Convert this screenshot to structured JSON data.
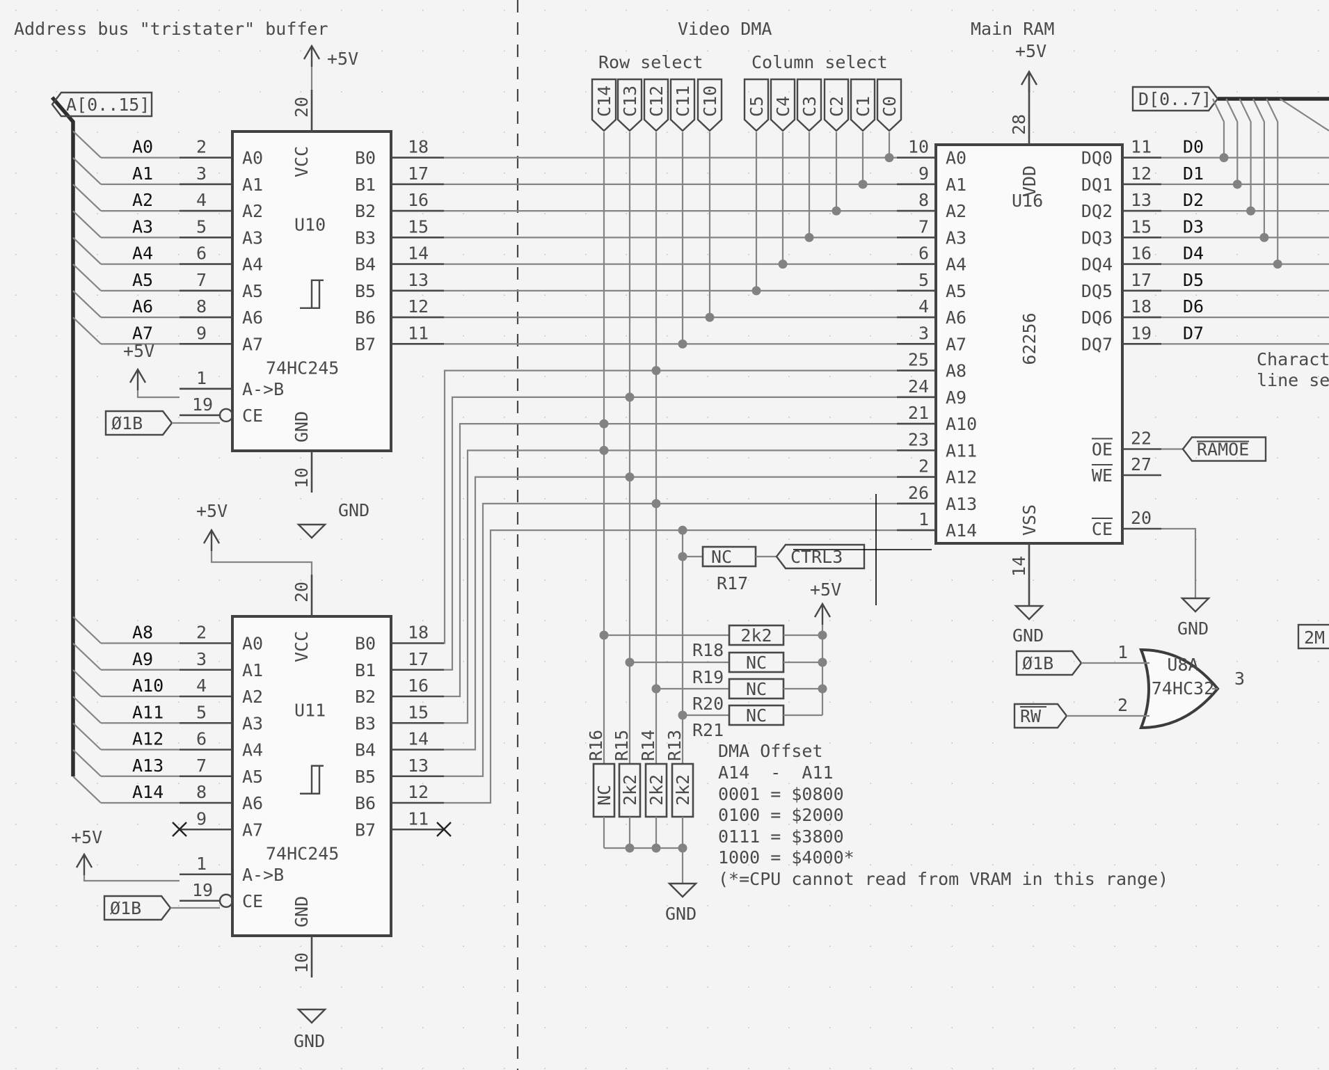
{
  "notes": {
    "tristater_title": "Address bus \"tristater\" buffer",
    "video_dma_title": "Video DMA",
    "row_select": "Row select",
    "column_select": "Column select",
    "main_ram_title": "Main RAM",
    "character_line_1": "Charact",
    "character_line_2": "line sel",
    "dma_offset": {
      "title": "DMA Offset",
      "header": "A14  -  A11",
      "lines": [
        "0001 = $0800",
        "0100 = $2000",
        "0111 = $3800",
        "1000 = $4000*"
      ],
      "footnote": "(*=CPU cannot read from VRAM in this range)"
    }
  },
  "bus_labels": {
    "address": "A[0..15]",
    "data": "D[0..7]"
  },
  "power": {
    "vcc": "+5V",
    "gnd": "GND"
  },
  "u10": {
    "ref": "U10",
    "part": "74HC245",
    "vcc_pin": "20",
    "gnd_pin": "10",
    "vcc_name": "VCC",
    "gnd_name": "GND",
    "dir_pin": "1",
    "dir_name": "A->B",
    "ce_pin": "19",
    "ce_name": "CE",
    "ce_net": "Ø1B",
    "a_pins": [
      {
        "name": "A0",
        "pin": "2",
        "net": "A0"
      },
      {
        "name": "A1",
        "pin": "3",
        "net": "A1"
      },
      {
        "name": "A2",
        "pin": "4",
        "net": "A2"
      },
      {
        "name": "A3",
        "pin": "5",
        "net": "A3"
      },
      {
        "name": "A4",
        "pin": "6",
        "net": "A4"
      },
      {
        "name": "A5",
        "pin": "7",
        "net": "A5"
      },
      {
        "name": "A6",
        "pin": "8",
        "net": "A6"
      },
      {
        "name": "A7",
        "pin": "9",
        "net": "A7"
      }
    ],
    "b_pins": [
      {
        "name": "B0",
        "pin": "18"
      },
      {
        "name": "B1",
        "pin": "17"
      },
      {
        "name": "B2",
        "pin": "16"
      },
      {
        "name": "B3",
        "pin": "15"
      },
      {
        "name": "B4",
        "pin": "14"
      },
      {
        "name": "B5",
        "pin": "13"
      },
      {
        "name": "B6",
        "pin": "12"
      },
      {
        "name": "B7",
        "pin": "11"
      }
    ]
  },
  "u11": {
    "ref": "U11",
    "part": "74HC245",
    "vcc_pin": "20",
    "gnd_pin": "10",
    "vcc_name": "VCC",
    "gnd_name": "GND",
    "dir_pin": "1",
    "dir_name": "A->B",
    "ce_pin": "19",
    "ce_name": "CE",
    "ce_net": "Ø1B",
    "a_pins": [
      {
        "name": "A0",
        "pin": "2",
        "net": "A8"
      },
      {
        "name": "A1",
        "pin": "3",
        "net": "A9"
      },
      {
        "name": "A2",
        "pin": "4",
        "net": "A10"
      },
      {
        "name": "A3",
        "pin": "5",
        "net": "A11"
      },
      {
        "name": "A4",
        "pin": "6",
        "net": "A12"
      },
      {
        "name": "A5",
        "pin": "7",
        "net": "A13"
      },
      {
        "name": "A6",
        "pin": "8",
        "net": "A14"
      },
      {
        "name": "A7",
        "pin": "9",
        "net": ""
      }
    ],
    "b_pins": [
      {
        "name": "B0",
        "pin": "18"
      },
      {
        "name": "B1",
        "pin": "17"
      },
      {
        "name": "B2",
        "pin": "16"
      },
      {
        "name": "B3",
        "pin": "15"
      },
      {
        "name": "B4",
        "pin": "14"
      },
      {
        "name": "B5",
        "pin": "13"
      },
      {
        "name": "B6",
        "pin": "12"
      },
      {
        "name": "B7",
        "pin": "11"
      }
    ]
  },
  "u16": {
    "ref": "U16",
    "part": "62256",
    "vdd_pin": "28",
    "vss_pin": "14",
    "vdd_name": "VDD",
    "vss_name": "VSS",
    "a_pins": [
      {
        "name": "A0",
        "pin": "10"
      },
      {
        "name": "A1",
        "pin": "9"
      },
      {
        "name": "A2",
        "pin": "8"
      },
      {
        "name": "A3",
        "pin": "7"
      },
      {
        "name": "A4",
        "pin": "6"
      },
      {
        "name": "A5",
        "pin": "5"
      },
      {
        "name": "A6",
        "pin": "4"
      },
      {
        "name": "A7",
        "pin": "3"
      },
      {
        "name": "A8",
        "pin": "25"
      },
      {
        "name": "A9",
        "pin": "24"
      },
      {
        "name": "A10",
        "pin": "21"
      },
      {
        "name": "A11",
        "pin": "23"
      },
      {
        "name": "A12",
        "pin": "2"
      },
      {
        "name": "A13",
        "pin": "26"
      },
      {
        "name": "A14",
        "pin": "1"
      }
    ],
    "dq_pins": [
      {
        "name": "DQ0",
        "pin": "11",
        "net": "D0"
      },
      {
        "name": "DQ1",
        "pin": "12",
        "net": "D1"
      },
      {
        "name": "DQ2",
        "pin": "13",
        "net": "D2"
      },
      {
        "name": "DQ3",
        "pin": "15",
        "net": "D3"
      },
      {
        "name": "DQ4",
        "pin": "16",
        "net": "D4"
      },
      {
        "name": "DQ5",
        "pin": "17",
        "net": "D5"
      },
      {
        "name": "DQ6",
        "pin": "18",
        "net": "D6"
      },
      {
        "name": "DQ7",
        "pin": "19",
        "net": "D7"
      }
    ],
    "oe": {
      "name": "OE",
      "pin": "22",
      "net": "RAMOE"
    },
    "we": {
      "name": "WE",
      "pin": "27"
    },
    "ce": {
      "name": "CE",
      "pin": "20"
    }
  },
  "row_select_labels": [
    "C14",
    "C13",
    "C12",
    "C11",
    "C10"
  ],
  "column_select_labels": [
    "C5",
    "C4",
    "C3",
    "C2",
    "C1",
    "C0"
  ],
  "resistors": {
    "r17": {
      "ref": "R17",
      "value": "NC",
      "net": "CTRL3"
    },
    "pullups": [
      {
        "ref": "R18",
        "value": "2k2"
      },
      {
        "ref": "R19",
        "value": "NC"
      },
      {
        "ref": "R20",
        "value": "NC"
      },
      {
        "ref": "R21",
        "value": "NC"
      }
    ],
    "pulldowns": [
      {
        "ref": "R16",
        "value": "NC"
      },
      {
        "ref": "R15",
        "value": "2k2"
      },
      {
        "ref": "R14",
        "value": "2k2"
      },
      {
        "ref": "R13",
        "value": "2k2"
      }
    ]
  },
  "u8a": {
    "ref": "U8A",
    "part": "74HC32",
    "in1_pin": "1",
    "in2_pin": "2",
    "out_pin": "3",
    "in1_net": "Ø1B",
    "in2_net": "RW"
  },
  "misc_label": "2M"
}
